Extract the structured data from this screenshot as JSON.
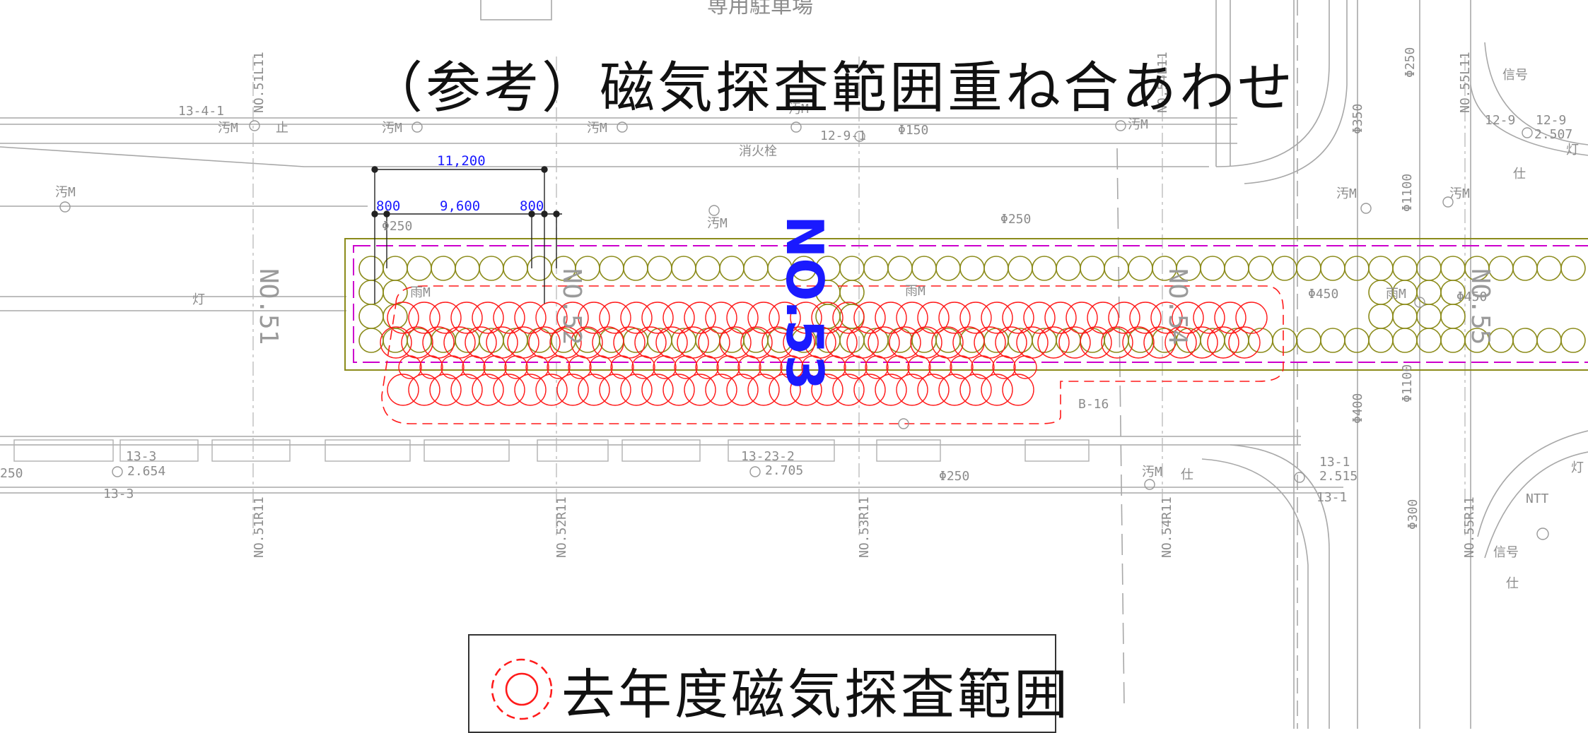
{
  "title": "（参考）磁気探査範囲重ね合あわせ",
  "legend": {
    "label": "去年度磁気探査範囲"
  },
  "header_label": "専用駐車場",
  "dimensions": {
    "total": "11,200",
    "left": "800",
    "middle": "9,600",
    "right": "800"
  },
  "station_main": "NO.53",
  "stations": [
    "NO.51",
    "NO.52",
    "NO.54",
    "NO.55"
  ],
  "labels": {
    "l_13_4_1": "13-4-1",
    "sewer": "汚M",
    "stop": "止",
    "rain": "雨M",
    "hydrant": "消火栓",
    "p_12_9_1": "12-9-1",
    "phi150": "Φ150",
    "phi250": "Φ250",
    "phi450": "Φ450",
    "phi350": "Φ350",
    "phi1100": "Φ1100",
    "phi400": "Φ400",
    "phi300": "Φ300",
    "signal": "信号",
    "work": "仕",
    "lamp": "灯",
    "ntt": "NTT",
    "b16": "B-16",
    "n13_3": "13-3",
    "n2654": "2.654",
    "n13_23_2": "13-23-2",
    "n2705": "2.705",
    "n13_1": "13-1",
    "n2515": "2.515",
    "n2507": "2.507",
    "n12_9": "12-9",
    "n250": "250",
    "r51": "NO.51R11",
    "r52": "NO.52R11",
    "r53": "NO.53R11",
    "r54": "NO.54R11",
    "r55": "NO.55R11",
    "l51": "NO.51L11",
    "l54": "NO.54L11",
    "l55": "NO.55L11"
  },
  "colors": {
    "survey_new": "#8b8b1a",
    "survey_old": "#ff0000",
    "dimension": "#1a1aff",
    "boundary": "#cc00cc",
    "base": "#9a9a9a"
  }
}
